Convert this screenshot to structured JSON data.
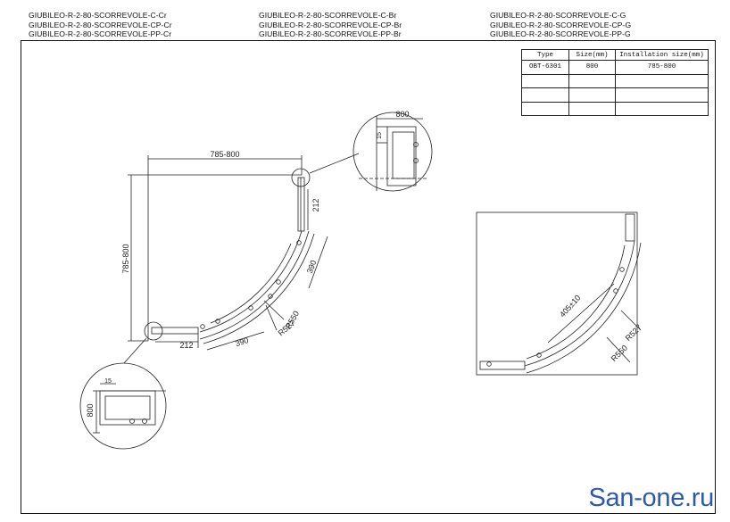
{
  "models": [
    [
      "GIUBILEO-R-2-80-SCORREVOLE-C-Cr",
      "GIUBILEO-R-2-80-SCORREVOLE-CP-Cr",
      "GIUBILEO-R-2-80-SCORREVOLE-PP-Cr"
    ],
    [
      "GIUBILEO-R-2-80-SCORREVOLE-C-Br",
      "GIUBILEO-R-2-80-SCORREVOLE-CP-Br",
      "GIUBILEO-R-2-80-SCORREVOLE-PP-Br"
    ],
    [
      "GIUBILEO-R-2-80-SCORREVOLE-C-G",
      "GIUBILEO-R-2-80-SCORREVOLE-CP-G",
      "GIUBILEO-R-2-80-SCORREVOLE-PP-G"
    ]
  ],
  "spec_table": {
    "headers": [
      "Type",
      "Size(mm)",
      "Installation size(mm)"
    ],
    "row": [
      "OBT-6301",
      "800",
      "785-800"
    ]
  },
  "dimensions": {
    "top_width": "785-800",
    "left_height": "785-800",
    "bottom_212": "212",
    "right_212": "212",
    "arc_390_bottom": "390",
    "arc_390_right": "390",
    "r550": "R550",
    "r527": "R527",
    "detail_top_800": "800",
    "detail_top_15": "15",
    "detail_bottom_15": "15",
    "detail_bottom_800": "800",
    "door_405": "405±10",
    "side_r527": "R527",
    "side_r550": "R550"
  },
  "watermark": "San-one.ru"
}
